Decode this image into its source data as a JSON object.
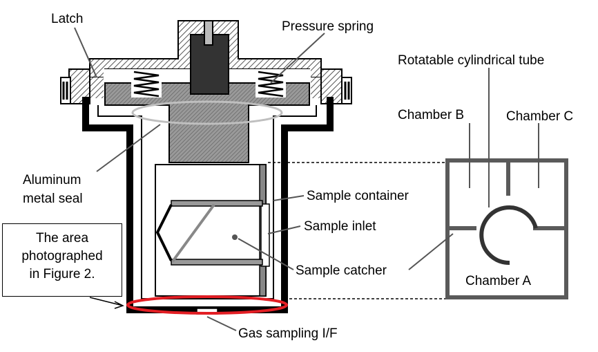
{
  "labels": {
    "latch": "Latch",
    "pressure_spring": "Pressure spring",
    "rotatable_tube": "Rotatable cylindrical tube",
    "chamber_b": "Chamber B",
    "chamber_c": "Chamber C",
    "chamber_a": "Chamber A",
    "aluminum_seal_1": "Aluminum",
    "aluminum_seal_2": "metal seal",
    "sample_container": "Sample container",
    "sample_inlet": "Sample inlet",
    "sample_catcher": "Sample catcher",
    "gas_sampling": "Gas sampling I/F"
  },
  "photo_box": {
    "line1": "The area",
    "line2": "photographed",
    "line3": "in Figure 2."
  },
  "colors": {
    "outline": "#000000",
    "hatch_fill": "#8c8c8c",
    "dark_block": "#333333",
    "chamber_wall": "#5a5a5a",
    "highlight_ellipse": "#e31e24",
    "seal_ellipse": "#bfbfbf"
  }
}
